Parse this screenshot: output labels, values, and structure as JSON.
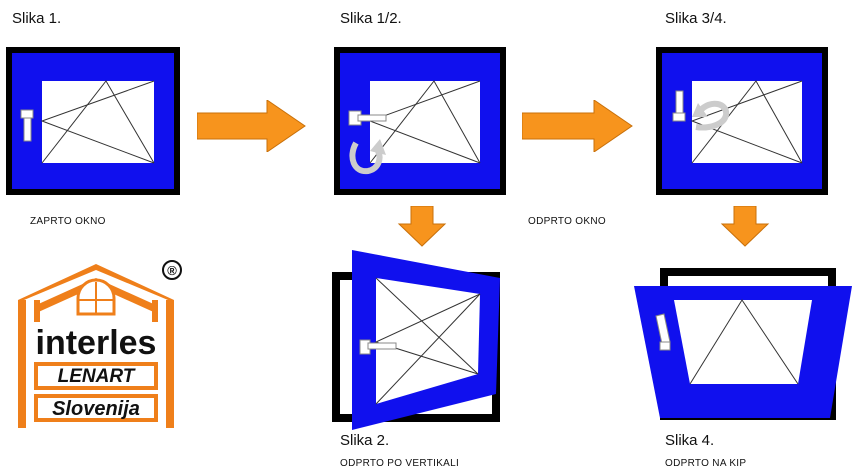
{
  "labels": {
    "fig1": "Slika 1.",
    "fig12": "Slika 1/2.",
    "fig34": "Slika 3/4.",
    "fig2": "Slika 2.",
    "fig4": "Slika 4."
  },
  "captions": {
    "closed": "ZAPRTO OKNO",
    "open": "ODPRTO OKNO",
    "vertical": "ODPRTO PO VERTIKALI",
    "tilt": "ODPRTO NA KIP"
  },
  "logo": {
    "brand": "interles",
    "sub1": "LENART",
    "sub2": "Slovenija",
    "registered": "®"
  },
  "colors": {
    "frame": "#000000",
    "sash": "#1010ee",
    "arrow": "#f7941d",
    "logo_orange": "#ef7f1a"
  },
  "icons": [
    "arrow-right-icon",
    "arrow-down-icon",
    "rotate-arrow-icon",
    "window-handle-icon"
  ]
}
